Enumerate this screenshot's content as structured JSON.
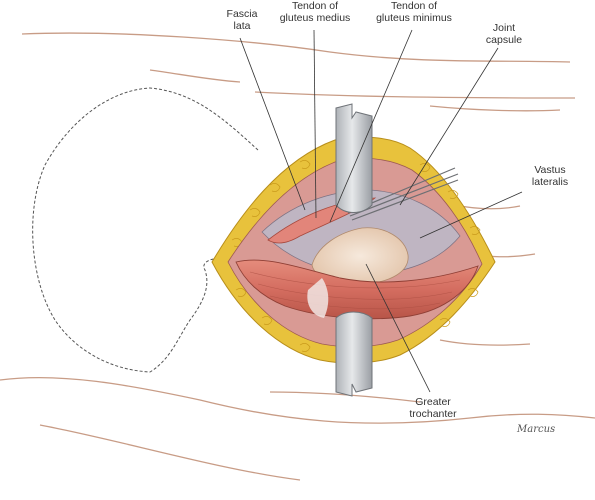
{
  "labels": {
    "fascia_lata": {
      "line1": "Fascia",
      "line2": "lata"
    },
    "gluteus_medius": {
      "line1": "Tendon of",
      "line2": "gluteus medius"
    },
    "gluteus_minimus": {
      "line1": "Tendon of",
      "line2": "gluteus minimus"
    },
    "joint_capsule": {
      "line1": "Joint",
      "line2": "capsule"
    },
    "vastus_lateralis": {
      "line1": "Vastus",
      "line2": "lateralis"
    },
    "greater_trochanter": {
      "line1": "Greater",
      "line2": "trochanter"
    }
  },
  "signature": "Marcus",
  "colors": {
    "leader_line": "#333333",
    "muscle": "#d9766a",
    "muscle_dark": "#b6564b",
    "fat": "#e8c23c",
    "fat_edge": "#b88e1a",
    "bone": "#efdccb",
    "retractor": "#c9ccd0",
    "skin_line": "#c89c86"
  }
}
